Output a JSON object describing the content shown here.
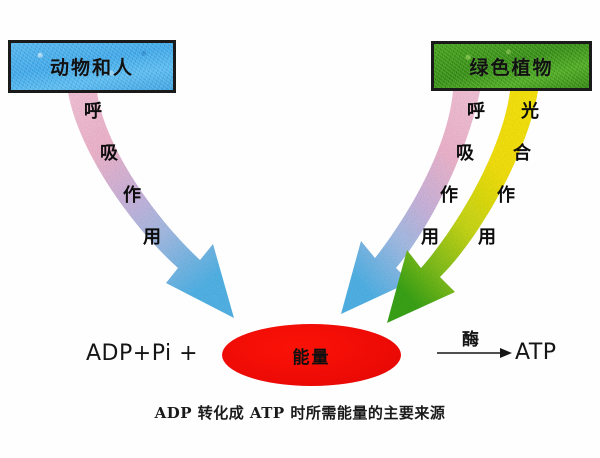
{
  "diagram": {
    "caption": "ADP 转化成 ATP 时所需能量的主要来源",
    "sources": {
      "animals": {
        "label": "动物和人",
        "box_color": "#3aa6e8",
        "border_color": "#1a1a1a"
      },
      "plants": {
        "label": "绿色植物",
        "box_color": "#2f8a0c",
        "border_color": "#1a1a1a"
      }
    },
    "center": {
      "label": "能量",
      "shape": "ellipse",
      "fill_color": "#ee0b06",
      "text_color": "#101010"
    },
    "reactants": {
      "left_text": "ADP+Pi +",
      "product_text": "ATP",
      "catalyst_label": "酶"
    },
    "arrows": [
      {
        "name": "respiration-left",
        "label_chars": [
          "呼",
          "吸",
          "作",
          "用"
        ],
        "label_text": "呼吸作用",
        "start_color": "#f3bcd2",
        "end_color": "#5bb8ea",
        "origin": "animals",
        "target": "energy"
      },
      {
        "name": "respiration-right",
        "label_chars": [
          "呼",
          "吸",
          "作",
          "用"
        ],
        "label_text": "呼吸作用",
        "start_color": "#f3bcd2",
        "end_color": "#5bb8ea",
        "origin": "plants",
        "target": "energy"
      },
      {
        "name": "photosynthesis",
        "label_chars": [
          "光",
          "合",
          "作",
          "用"
        ],
        "label_text": "光合作用",
        "start_color": "#f9e40d",
        "end_color": "#3fa81a",
        "origin": "plants",
        "target": "energy"
      }
    ]
  }
}
